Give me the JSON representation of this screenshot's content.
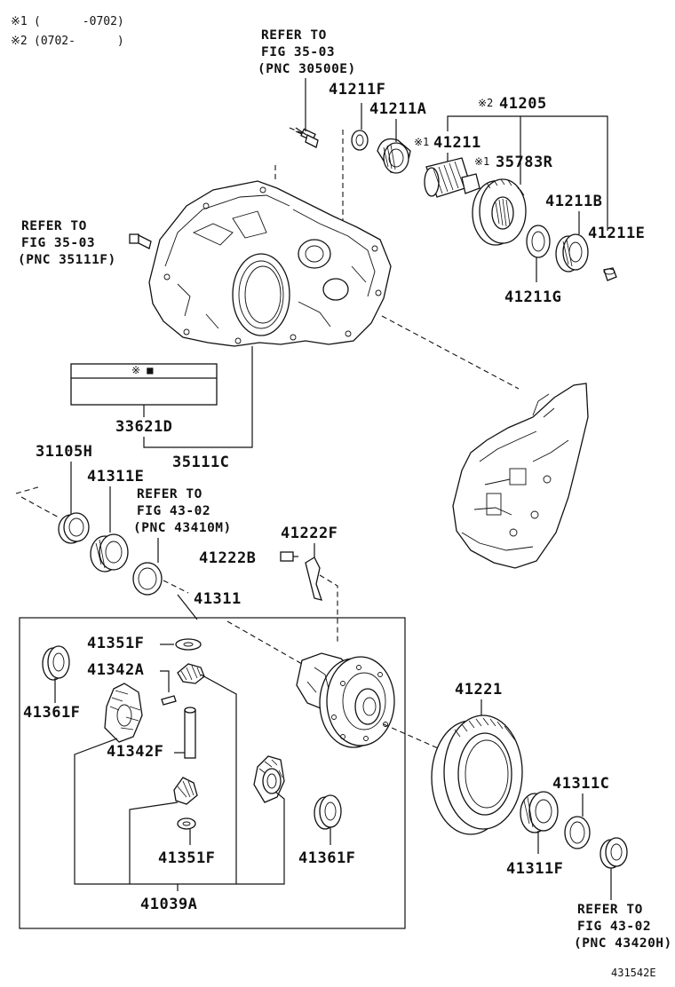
{
  "notes": {
    "n1_mark": "※1",
    "n1_range": "(      -0702)",
    "n2_mark": "※2",
    "n2_range": "(0702-      )"
  },
  "references": {
    "top": [
      "REFER TO",
      "FIG 35-03",
      "(PNC 30500E)"
    ],
    "left": [
      "REFER TO",
      "FIG 35-03",
      "(PNC 35111F)"
    ],
    "middle": [
      "REFER TO",
      "FIG 43-02",
      "(PNC 43410M)"
    ],
    "bottom": [
      "REFER TO",
      "FIG 43-02",
      "(PNC 43420H)"
    ]
  },
  "parts": {
    "p41211F_top": "41211F",
    "p41211A": "41211A",
    "p41205": "41205",
    "p41205_mark": "※2",
    "p41211": "41211",
    "p41211_mark": "※1",
    "p35783R": "35783R",
    "p35783R_mark": "※1",
    "p41211B": "41211B",
    "p41211E": "41211E",
    "p41211G": "41211G",
    "p33621D": "33621D",
    "p35111C": "35111C",
    "p31105H": "31105H",
    "p41311E": "41311E",
    "p41222F": "41222F",
    "p41222B": "41222B",
    "p41311": "41311",
    "p41351F_top": "41351F",
    "p41342A": "41342A",
    "p41361F_left": "41361F",
    "p41342F": "41342F",
    "p41351F_bottom": "41351F",
    "p41361F_right": "41361F",
    "p41039A": "41039A",
    "p41221": "41221",
    "p41311C": "41311C",
    "p41311F": "41311F"
  },
  "figure_id": "431542E"
}
